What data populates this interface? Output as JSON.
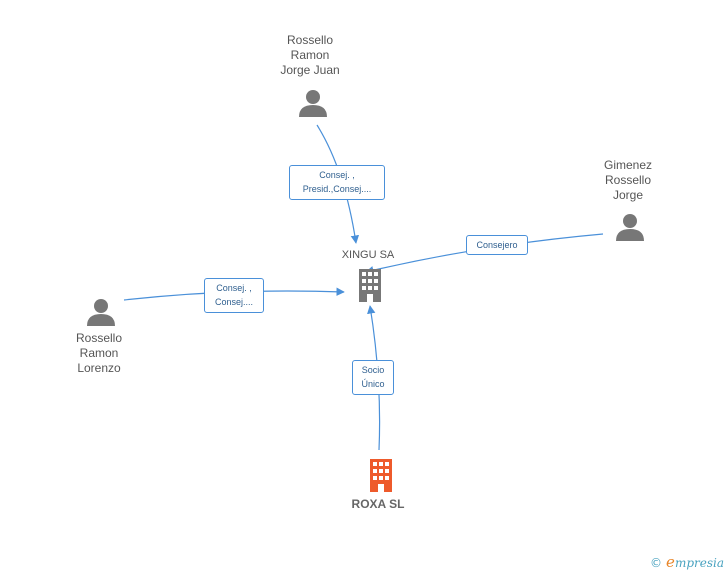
{
  "nodes": {
    "person_top": {
      "lines": [
        "Rossello",
        "Ramon",
        "Jorge Juan"
      ]
    },
    "person_right": {
      "lines": [
        "Gimenez",
        "Rossello",
        "Jorge"
      ]
    },
    "person_left": {
      "lines": [
        "Rossello",
        "Ramon",
        "Lorenzo"
      ]
    },
    "company_main": {
      "name": "XINGU SA"
    },
    "company_sub": {
      "name": "ROXA SL"
    }
  },
  "edges": {
    "top": {
      "lines": [
        "Consej. ,",
        "Presid.,Consej...."
      ]
    },
    "right": {
      "lines": [
        "Consejero"
      ]
    },
    "left": {
      "lines": [
        "Consej. ,",
        "Consej...."
      ]
    },
    "bottom": {
      "lines": [
        "Socio",
        "Único"
      ]
    }
  },
  "watermark": {
    "copyright": "©",
    "brand_initial": "e",
    "brand_rest": "mpresia"
  },
  "colors": {
    "edge": "#4a90d9",
    "person_icon": "#777777",
    "company_icon": "#777777",
    "company_highlight": "#ee5a2b"
  }
}
